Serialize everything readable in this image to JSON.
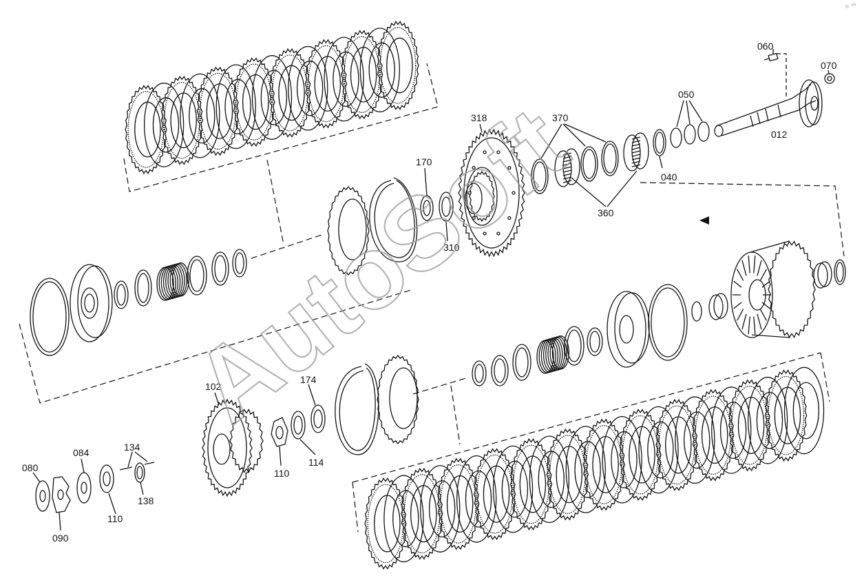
{
  "watermark": "AutoSoft",
  "corner_mark": "© .ru",
  "labels": [
    "060",
    "070",
    "050",
    "012",
    "040",
    "318",
    "370",
    "360",
    "170",
    "310",
    "102",
    "174",
    "110",
    "114",
    "080",
    "084",
    "134",
    "138",
    "090",
    "110"
  ],
  "colors": {
    "line": "#111111",
    "background": "#ffffff",
    "watermark": "#9a9a9a"
  }
}
